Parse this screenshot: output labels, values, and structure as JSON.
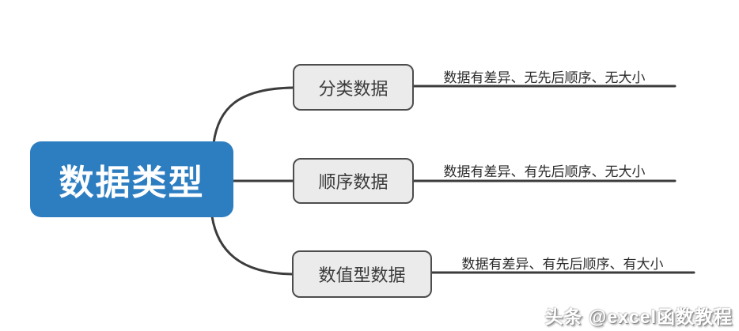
{
  "diagram": {
    "type": "mindmap",
    "root": {
      "label": "数据类型"
    },
    "branches": [
      {
        "label": "分类数据",
        "note": "数据有差异、无先后顺序、无大小"
      },
      {
        "label": "顺序数据",
        "note": "数据有差异、有先后顺序、无大小"
      },
      {
        "label": "数值型数据",
        "note": "数据有差异、有先后顺序、有大小"
      }
    ]
  },
  "watermark": {
    "text": "头条 @excel函数教程"
  },
  "colors": {
    "root_fill": "#2d7dc1",
    "root_text": "#ffffff",
    "topic_fill": "#ebebeb",
    "topic_border": "#4d4d4d",
    "line": "#3c3c3c",
    "note_text": "#2b2b2b",
    "background": "#ffffff"
  }
}
